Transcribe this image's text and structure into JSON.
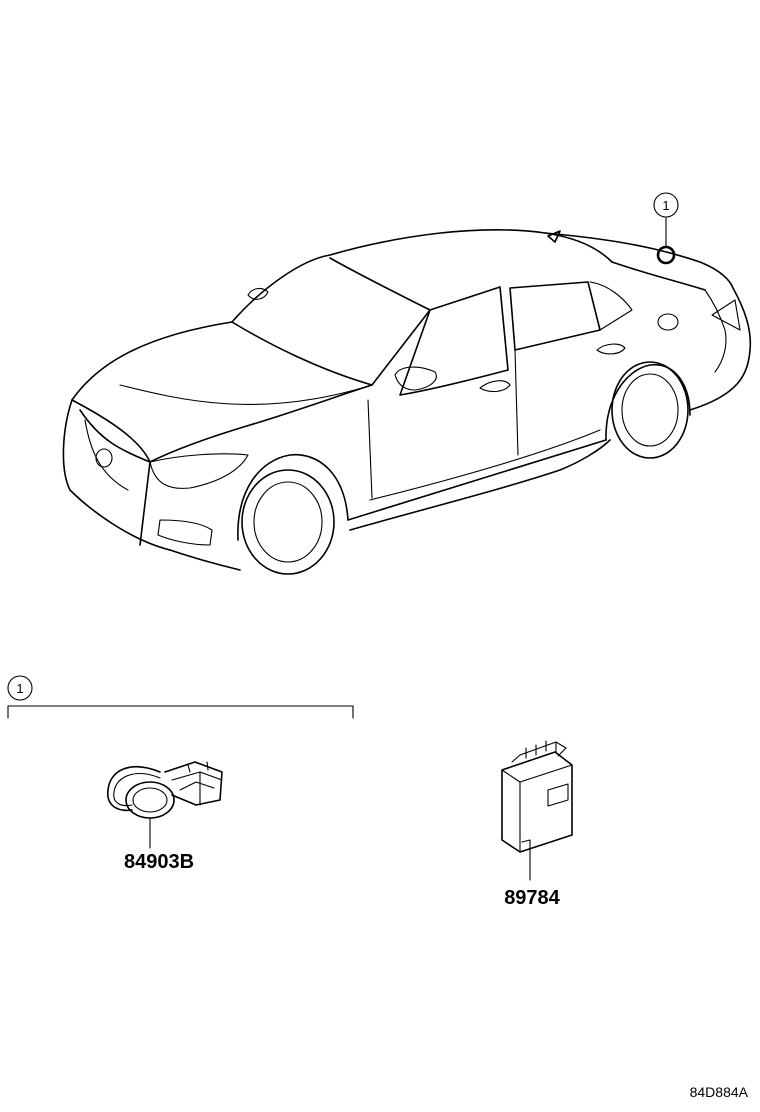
{
  "diagram": {
    "callout_number": "1",
    "group_callout_number": "1",
    "parts": [
      {
        "part_number": "84903B"
      },
      {
        "part_number": "89784"
      }
    ],
    "reference_code": "84D884A"
  }
}
